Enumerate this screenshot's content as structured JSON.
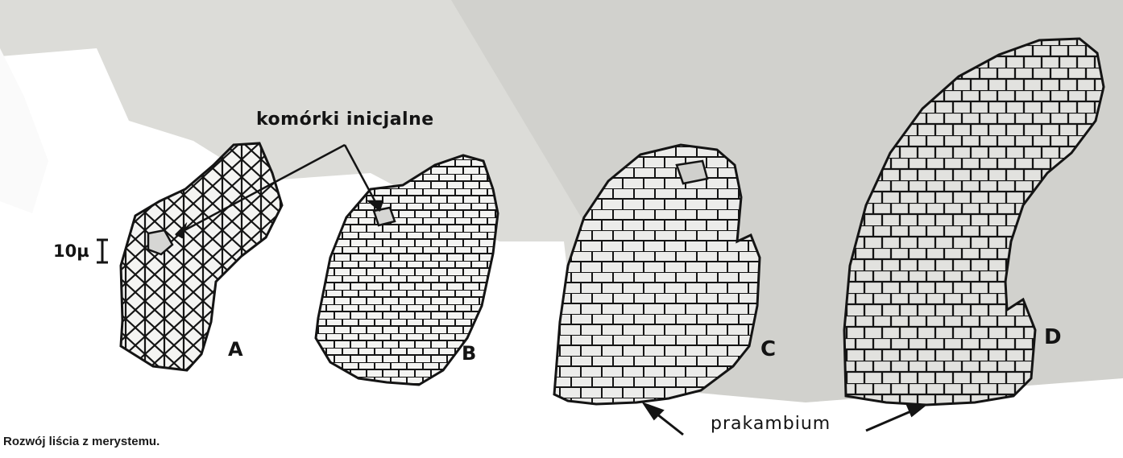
{
  "labels": {
    "initial_cells": "komórki inicjalne",
    "scale": "10µ",
    "stage_a": "A",
    "stage_b": "B",
    "stage_c": "C",
    "stage_d": "D",
    "procambium": "prakambium"
  },
  "caption": "Rozwój liścia z merystemu.",
  "colors": {
    "ink": "#141414",
    "paper": "#dcdcd8",
    "paper_dark": "#cfcfcb",
    "white_ground": "#ffffff"
  }
}
